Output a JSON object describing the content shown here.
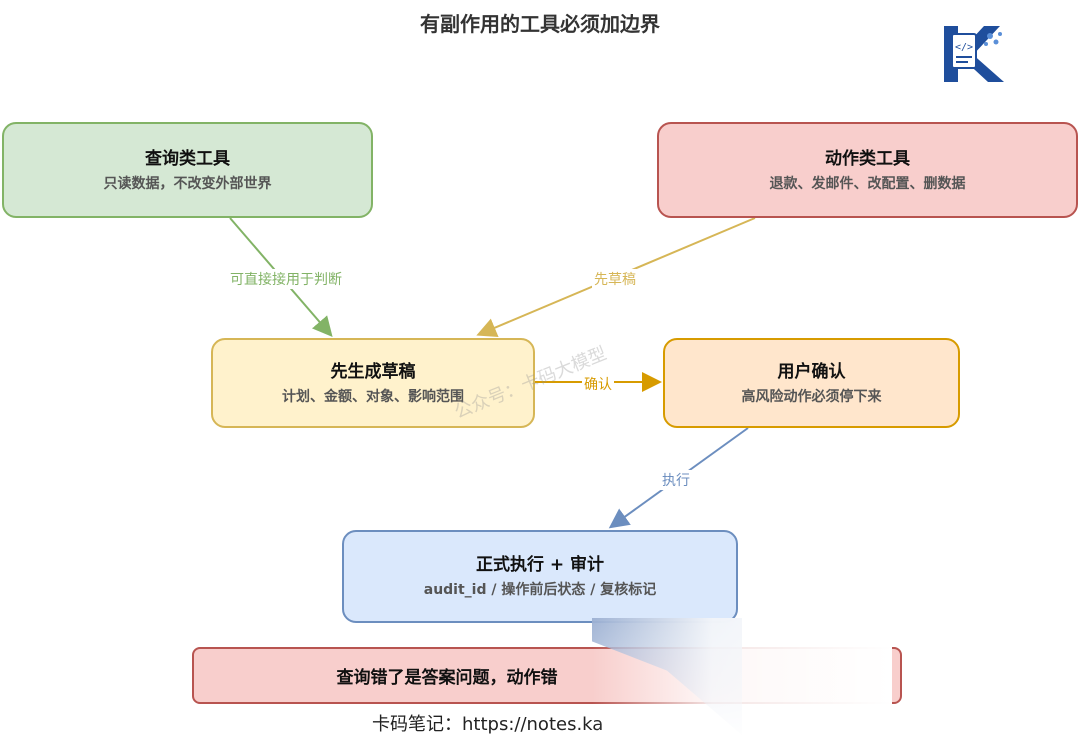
{
  "title": "有副作用的工具必须加边界",
  "nodes": {
    "query": {
      "title": "查询类工具",
      "subtitle": "只读数据，不改变外部世界"
    },
    "action": {
      "title": "动作类工具",
      "subtitle": "退款、发邮件、改配置、删数据"
    },
    "draft": {
      "title": "先生成草稿",
      "subtitle": "计划、金额、对象、影响范围"
    },
    "confirm": {
      "title": "用户确认",
      "subtitle": "高风险动作必须停下来"
    },
    "execute": {
      "title": "正式执行 + 审计",
      "subtitle": "audit_id / 操作前后状态 / 复核标记"
    }
  },
  "edges": {
    "query_to_draft": "可直接接用于判断",
    "action_to_draft": "先草稿",
    "draft_to_confirm": "确认",
    "confirm_to_execute": "执行"
  },
  "warning": "查询错了是答案问题，动作错",
  "footer": "卡码笔记：https://notes.ka",
  "watermark": "公众号：卡码大模型",
  "colors": {
    "green_edge": "#82b366",
    "yellow_edge": "#d6b656",
    "orange_edge": "#d79b00",
    "blue_edge": "#6c8ebf",
    "logo_blue": "#1f4e9c"
  }
}
